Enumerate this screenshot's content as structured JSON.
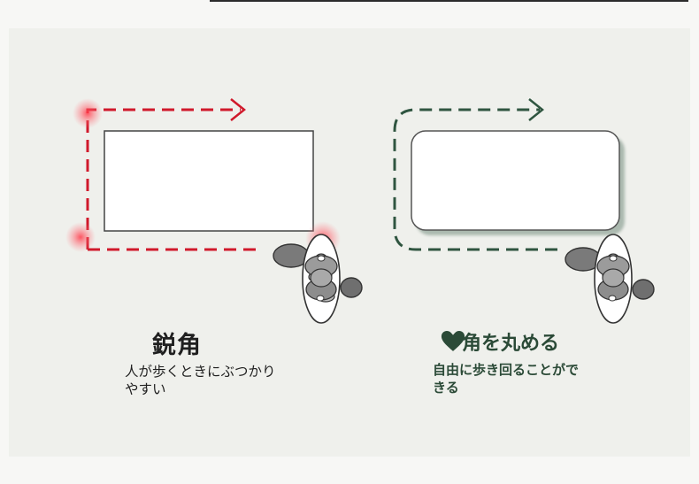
{
  "sharp": {
    "title": "鋭角",
    "description": "人が歩くときにぶつかりやすい"
  },
  "rounded": {
    "title": "角を丸める",
    "description": "自由に歩き回ることができる"
  },
  "colors": {
    "sharp_path": "#d0192b",
    "rounded_path": "#2f5540",
    "heart": "#2b4a37",
    "panel": "#eff0ec"
  },
  "icons": {
    "heart": "heart-icon",
    "person": "person-topdown-icon"
  }
}
